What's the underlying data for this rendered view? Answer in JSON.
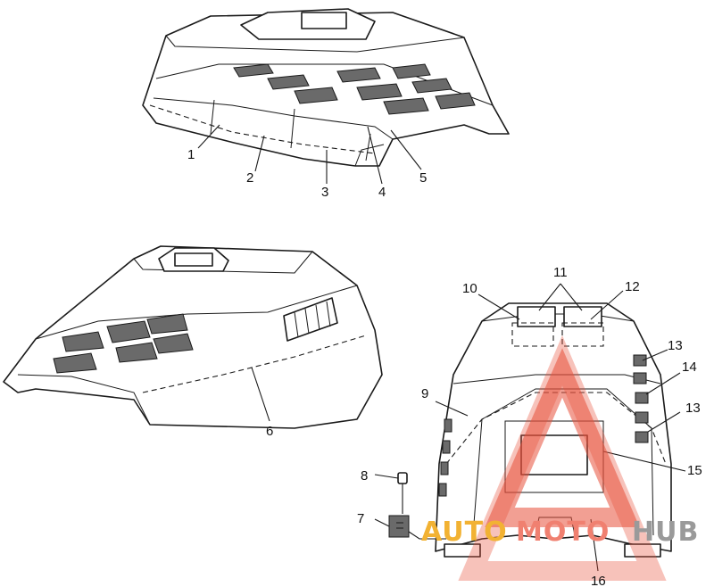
{
  "diagram": {
    "callouts": [
      "1",
      "2",
      "3",
      "4",
      "5",
      "6",
      "7",
      "8",
      "9",
      "10",
      "11",
      "12",
      "13",
      "14",
      "13",
      "15",
      "16"
    ]
  },
  "watermark": {
    "text_left": "AUTO",
    "text_mid": "MOTO",
    "text_right": "HUB",
    "colors": {
      "left": "#f2b233",
      "mid": "#f08070",
      "right": "#9a9a9a",
      "triangle": "#e8503a"
    }
  }
}
